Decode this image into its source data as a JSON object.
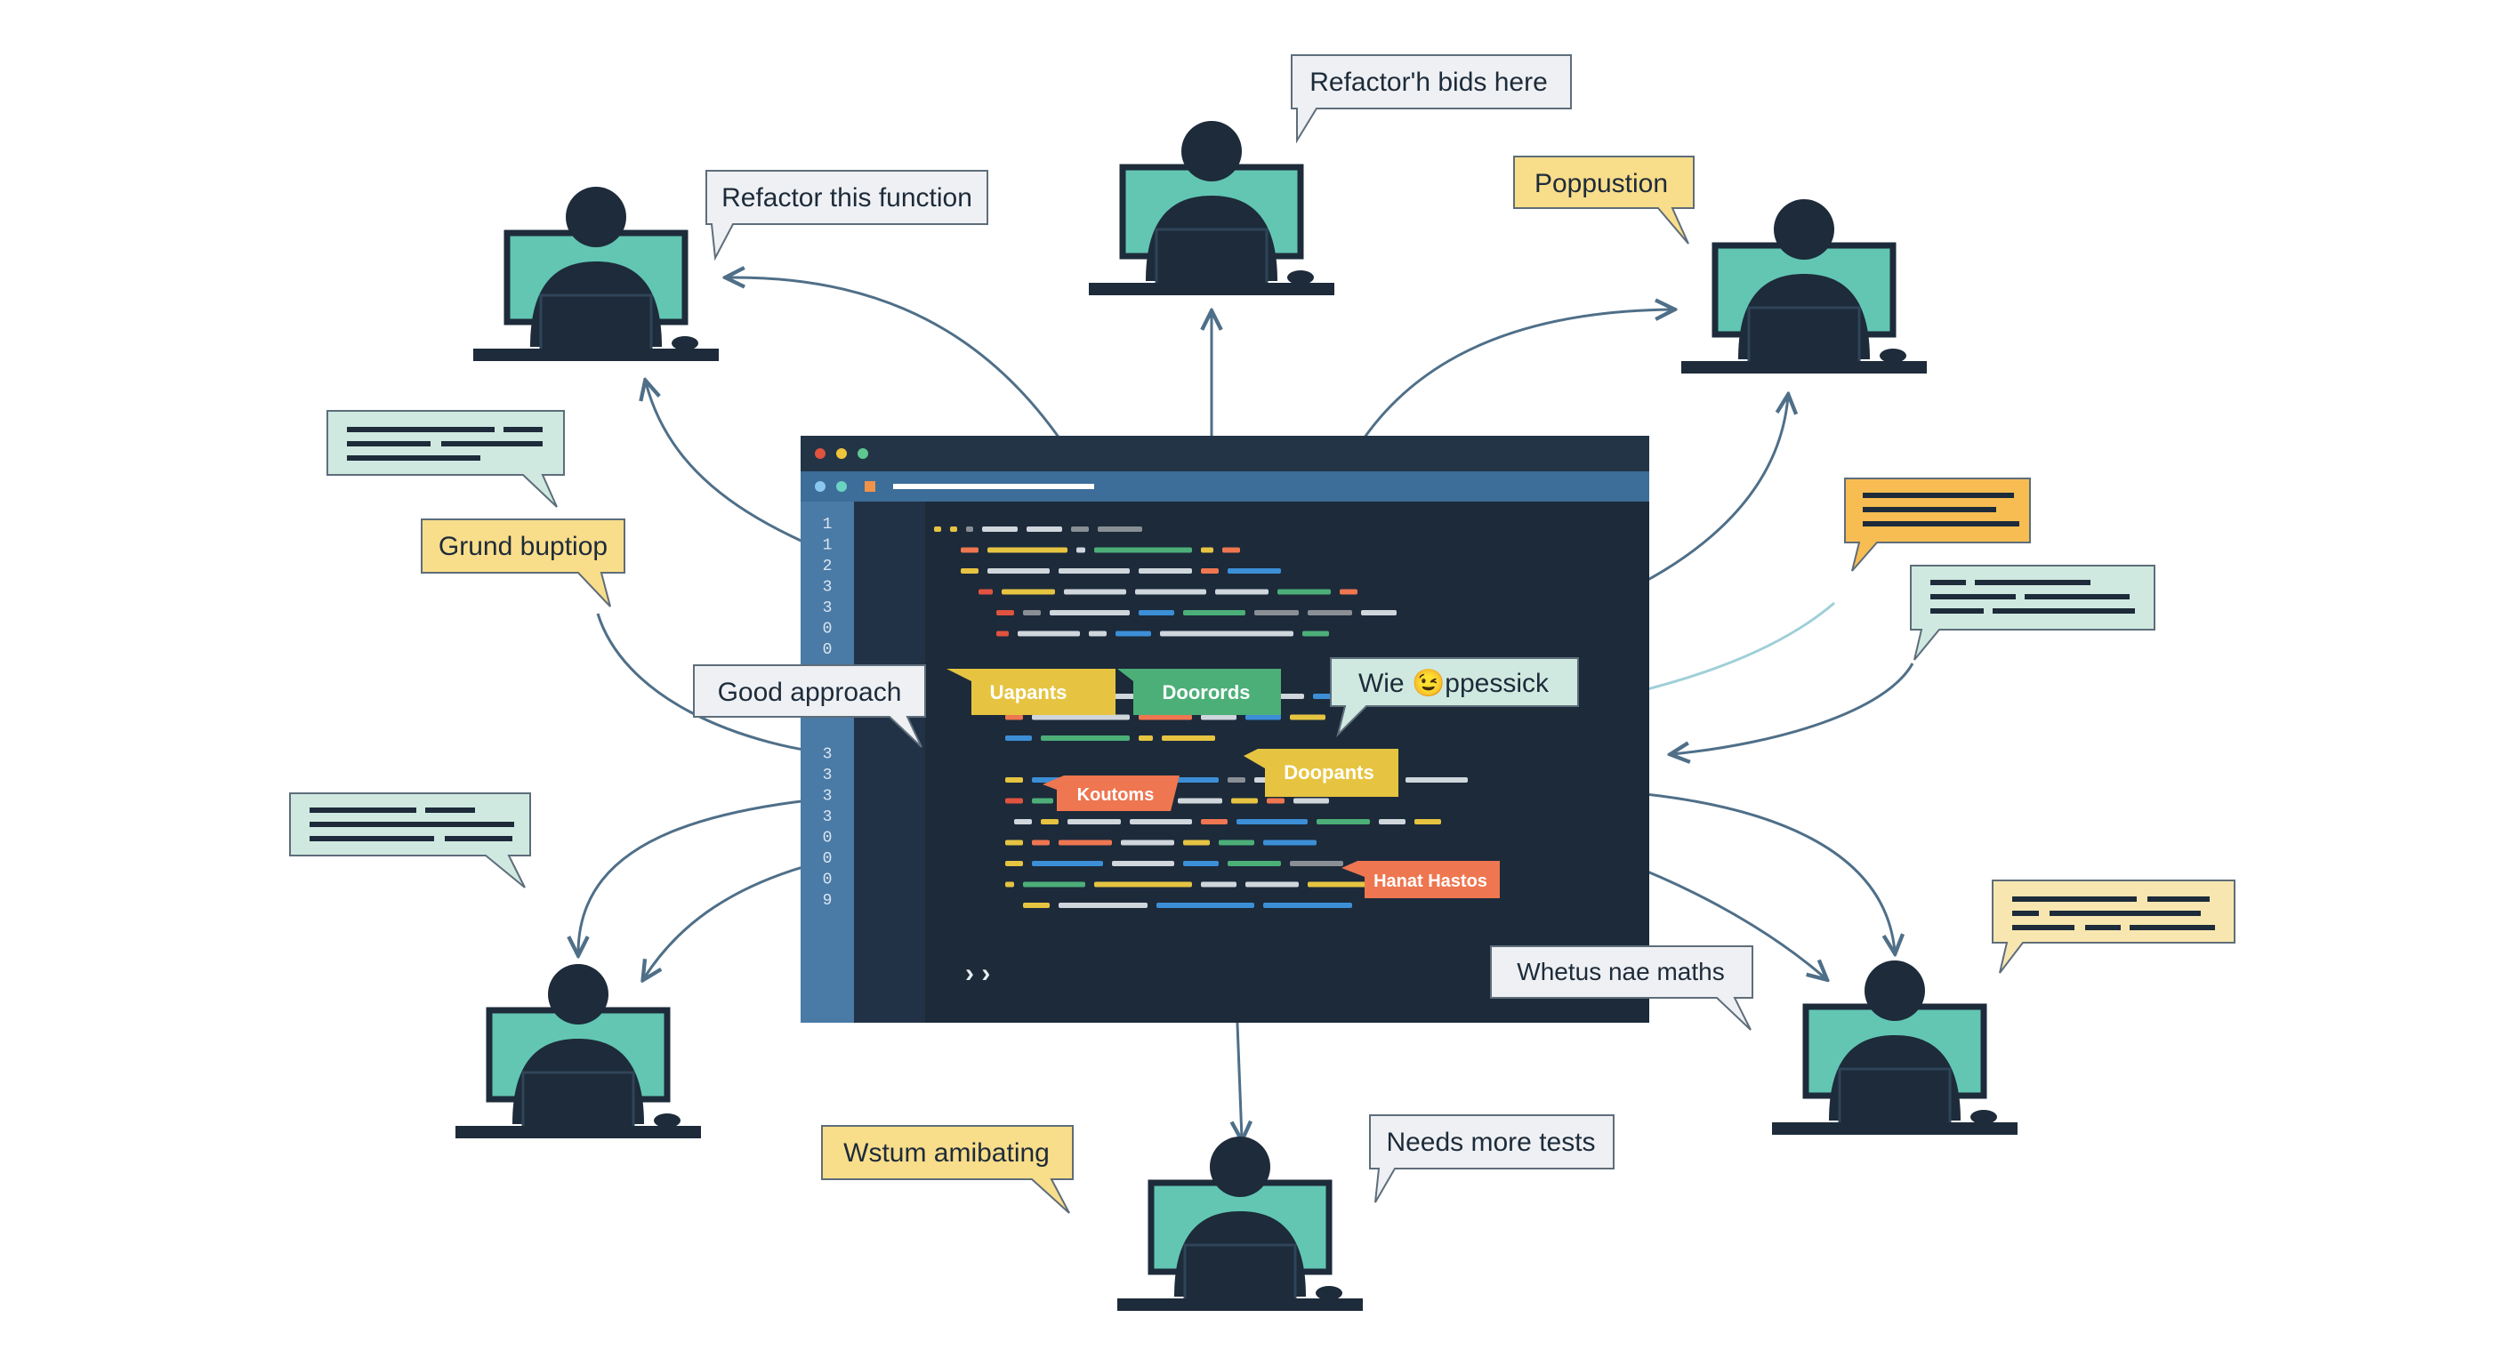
{
  "colors": {
    "editor_bg": "#1c2a3a",
    "editor_gutter": "#4a7aa6",
    "titlebar": "#233447",
    "tabbar": "#3d6d99",
    "accent_teal": "#62c6b3",
    "dark_figure": "#1d2b3a",
    "bubble_white": "#eef0f3",
    "bubble_yellow": "#f8dd8a",
    "bubble_teal": "#cfe9e0",
    "bubble_orange": "#f7bd52",
    "tag_yellow": "#e6c441",
    "tag_green": "#4caf78",
    "tag_orange": "#ee7650",
    "arrow": "#4f6f88"
  },
  "editor": {
    "line_numbers": [
      "1",
      "1",
      "2",
      "3",
      "3",
      "0",
      "0",
      "",
      "",
      "",
      "",
      "3",
      "3",
      "3",
      "3",
      "0",
      "0",
      "0",
      "9"
    ],
    "prompt_glyph": "› ›"
  },
  "code_tags": [
    "Uapants",
    "Doorords",
    "Doopants",
    "Koutoms",
    "Hanat Hastos"
  ],
  "bubbles": {
    "refactor_function": "Refactor this function",
    "refactor_top": "Refactor'h bids here",
    "population": "Poppustion",
    "grund": "Grund buptiop",
    "good_approach": "Good approach",
    "wie": "Wie 😉ppessick",
    "whetus": "Whetus nae maths",
    "needs_tests": "Needs more tests",
    "wstum": "Wstum amibating"
  },
  "icons": {
    "developer": "developer-at-laptop-icon",
    "speech": "speech-bubble-icon",
    "arrow": "connector-arrow"
  }
}
